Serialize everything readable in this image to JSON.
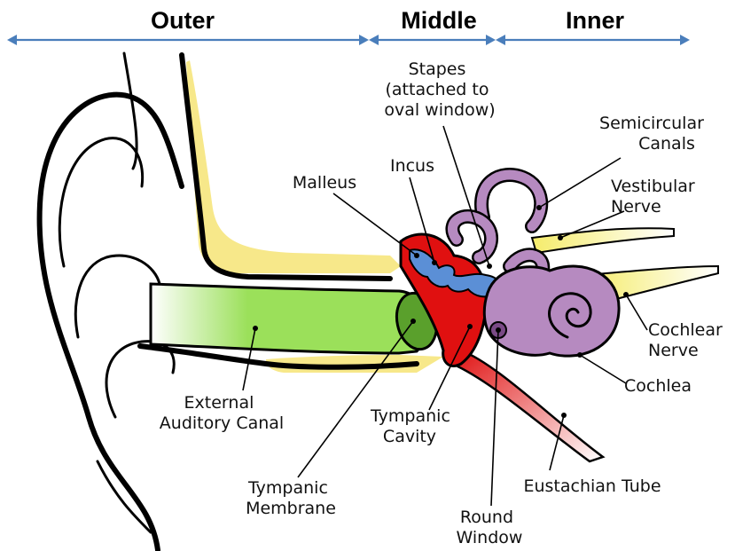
{
  "sections": {
    "outer": "Outer",
    "middle": "Middle",
    "inner": "Inner"
  },
  "labels": {
    "stapes": [
      "Stapes",
      "(attached to",
      "oval window)"
    ],
    "semicircular_canals": [
      "Semicircular",
      "Canals"
    ],
    "incus": [
      "Incus"
    ],
    "malleus": [
      "Malleus"
    ],
    "vestibular_nerve": [
      "Vestibular",
      "Nerve"
    ],
    "cochlear_nerve": [
      "Cochlear",
      "Nerve"
    ],
    "cochlea": [
      "Cochlea"
    ],
    "external_auditory_canal": [
      "External",
      "Auditory Canal"
    ],
    "tympanic_cavity": [
      "Tympanic",
      "Cavity"
    ],
    "eustachian_tube": [
      "Eustachian Tube"
    ],
    "tympanic_membrane": [
      "Tympanic",
      "Membrane"
    ],
    "round_window": [
      "Round",
      "Window"
    ]
  },
  "colors": {
    "arrow": "#4a7ebb",
    "bone": "#f7e88a",
    "canal": "#9be05a",
    "membrane": "#5aa02c",
    "cavity": "#e01010",
    "ossicles": "#5b8fd6",
    "inner_ear": "#b68ac0",
    "nerve": "#f5ec6a",
    "eustachian": "#e85858"
  }
}
